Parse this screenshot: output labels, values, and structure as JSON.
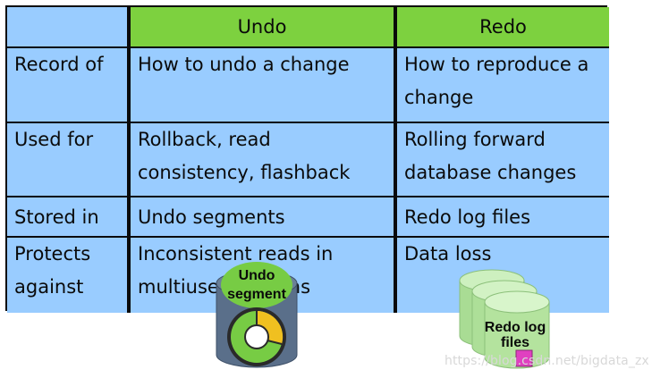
{
  "table": {
    "headers": [
      "",
      "Undo",
      "Redo"
    ],
    "rows": [
      {
        "label": "Record of",
        "undo": "How to undo a change",
        "redo": "How to reproduce a change"
      },
      {
        "label": "Used for",
        "undo": "Rollback, read consistency, flashback",
        "redo": "Rolling forward database changes"
      },
      {
        "label": "Stored in",
        "undo": "Undo segments",
        "redo": "Redo log files"
      },
      {
        "label": "Protects against",
        "undo": "Inconsistent reads in multiuser systems",
        "redo": "Data loss"
      }
    ]
  },
  "icons": {
    "undo_segment": {
      "label_line1": "Undo",
      "label_line2": "segment"
    },
    "redo_log_files": {
      "label_line1": "Redo log",
      "label_line2": "files"
    }
  },
  "watermark": "https://blog.csdn.net/bigdata_zx",
  "colors": {
    "cell_bg": "#99ccff",
    "header_bg": "#7dd13f",
    "border": "#0a0a0a",
    "cylinder_gray": "#5a6f8a",
    "cylinder_green": "#77cc44",
    "redo_green": "#b8e6a6",
    "accent_pink": "#e040c0",
    "pie_yellow": "#f0c020"
  }
}
